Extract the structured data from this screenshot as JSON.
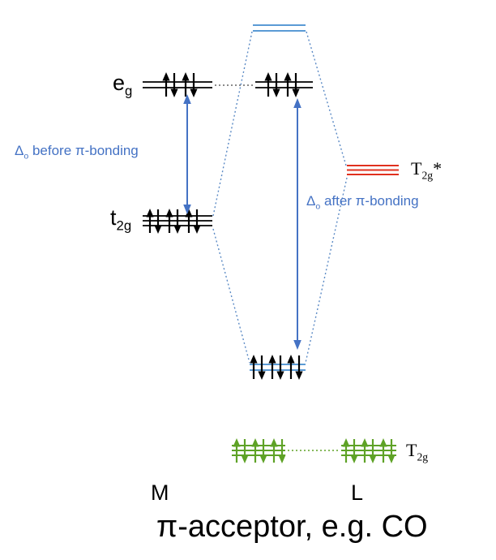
{
  "colors": {
    "accent_blue": "#4472C4",
    "level_light_blue": "#5B9BD5",
    "dotted_blue": "#5B8AC5",
    "pi_star_red": "#E0301E",
    "ligand_green": "#5EA226",
    "black": "#000000"
  },
  "labels": {
    "eg": {
      "main": "e",
      "sub": "g"
    },
    "t2g": {
      "main": "t",
      "sub": "2g"
    },
    "delta_before": {
      "symbol": "Δ",
      "sub": "o",
      "text": " before π-bonding"
    },
    "delta_after": {
      "symbol": "Δ",
      "sub": "o",
      "text": " after π-bonding"
    },
    "t2g_star": {
      "main": "T",
      "sub": "2g",
      "star": "*"
    },
    "t2g_ligand": {
      "main": "T",
      "sub": "2g"
    },
    "metal": "M",
    "ligand": "L",
    "caption": "π-acceptor, e.g. CO"
  },
  "levels": {
    "top_antibonding": {
      "lines": 2,
      "electrons": 0,
      "color": "light blue"
    },
    "metal_eg": {
      "lines": 2,
      "electrons": 4,
      "color": "black"
    },
    "metal_t2g": {
      "lines": 3,
      "electrons": 6,
      "color": "black"
    },
    "pi_star_t2g": {
      "lines": 3,
      "electrons": 0,
      "color": "red"
    },
    "bonding_t2g": {
      "lines": 2,
      "electrons": 6,
      "color": "light blue lines, black electrons"
    },
    "ligand_pi_left": {
      "lines": 3,
      "electrons": 6,
      "color": "green"
    },
    "ligand_pi_right": {
      "lines": 3,
      "electrons": 6,
      "color": "green"
    }
  }
}
